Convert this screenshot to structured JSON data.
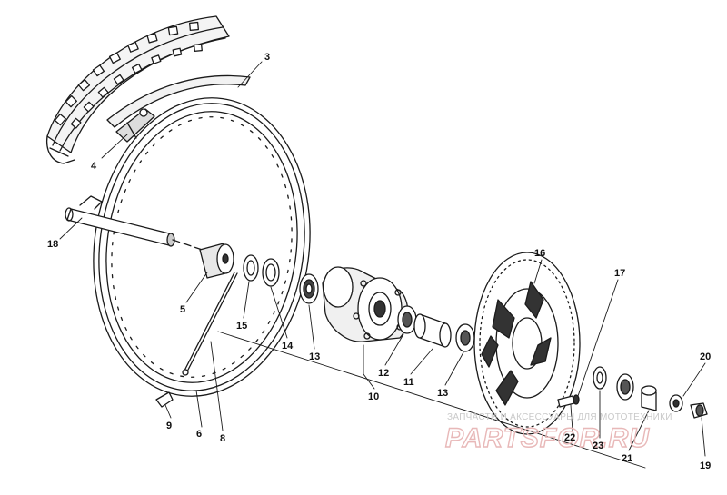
{
  "callouts": {
    "c3": "3",
    "c4": "4",
    "c18": "18",
    "c5": "5",
    "c15": "15",
    "c14": "14",
    "c13a": "13",
    "c12": "12",
    "c11": "11",
    "c13b": "13",
    "c10": "10",
    "c8": "8",
    "c9": "9",
    "c6": "6",
    "c16": "16",
    "c17": "17",
    "c22": "22",
    "c23": "23",
    "c21": "21",
    "c20": "20",
    "c19": "19"
  },
  "watermark": {
    "tagline": "ЗАПЧАСТИ И АКСЕССУАРЫ ДЛЯ МОТОТЕХНИКИ",
    "logo": "PARTSFOR.RU",
    "color": "#e8b8b8"
  },
  "colors": {
    "ink": "#1a1a1a",
    "paper": "#ffffff"
  }
}
